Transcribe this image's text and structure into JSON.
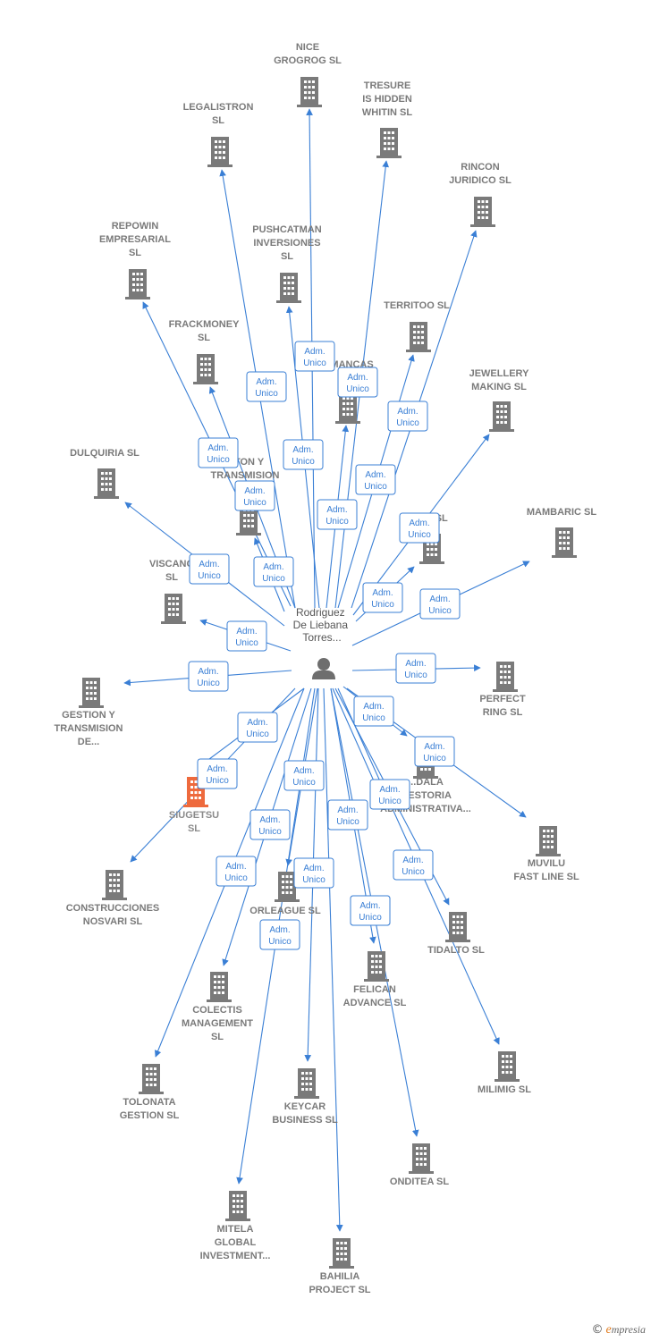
{
  "diagram": {
    "edge_label": [
      "Adm.",
      "Unico"
    ],
    "colors": {
      "edge": "#3a7fd5",
      "building": "#7a7a7a",
      "building_highlight": "#ee6a3d",
      "person": "#6e6e6e"
    },
    "center": {
      "label": [
        "Rodriguez",
        "De Liebana",
        "Torres..."
      ],
      "icon": "person-icon"
    },
    "nodes": [
      {
        "id": "nice",
        "label": [
          "NICE",
          "GROGROG  SL"
        ]
      },
      {
        "id": "tresure",
        "label": [
          "TRESURE",
          "IS HIDDEN",
          "WHITIN  SL"
        ]
      },
      {
        "id": "legalistron",
        "label": [
          "LEGALISTRON",
          "SL"
        ]
      },
      {
        "id": "rincon",
        "label": [
          "RINCON",
          "JURIDICO SL"
        ]
      },
      {
        "id": "repowin",
        "label": [
          "REPOWIN",
          "EMPRESARIAL",
          "SL"
        ]
      },
      {
        "id": "pushcatman",
        "label": [
          "PUSHCATMAN",
          "INVERSIONES",
          "SL"
        ]
      },
      {
        "id": "territoo",
        "label": [
          "TERRITOO  SL"
        ]
      },
      {
        "id": "frackmoney",
        "label": [
          "FRACKMONEY",
          "SL"
        ]
      },
      {
        "id": "mancas",
        "label": [
          "...MANCAS",
          "PL..."
        ]
      },
      {
        "id": "jewellery",
        "label": [
          "JEWELLERY",
          "MAKING  SL"
        ]
      },
      {
        "id": "dulquiria",
        "label": [
          "DULQUIRIA  SL"
        ]
      },
      {
        "id": "gestion_top",
        "label": [
          "...TON Y",
          "TRANSMISION",
          "..."
        ]
      },
      {
        "id": "r_e",
        "label": [
          "R...E  SL"
        ]
      },
      {
        "id": "mambaric",
        "label": [
          "MAMBARIC  SL"
        ]
      },
      {
        "id": "viscano",
        "label": [
          "VISCANO",
          "SL"
        ]
      },
      {
        "id": "gestion",
        "label": [
          "GESTION Y",
          "TRANSMISION",
          "DE..."
        ]
      },
      {
        "id": "perfect",
        "label": [
          "PERFECT",
          "RING  SL"
        ]
      },
      {
        "id": "siugetsu",
        "label": [
          "SIUGETSU",
          "SL"
        ],
        "highlight": true
      },
      {
        "id": "dala",
        "label": [
          "...DALA",
          "...ESTORIA",
          "ADMINISTRATIVA..."
        ]
      },
      {
        "id": "muvilu",
        "label": [
          "MUVILU",
          "FAST LINE  SL"
        ]
      },
      {
        "id": "construcciones",
        "label": [
          "CONSTRUCCIONES",
          "NOSVARI SL"
        ]
      },
      {
        "id": "orleague",
        "label": [
          "ORLEAGUE  SL"
        ]
      },
      {
        "id": "tidalto",
        "label": [
          "TIDALTO  SL"
        ]
      },
      {
        "id": "felican",
        "label": [
          "FELICAN",
          "ADVANCE  SL"
        ]
      },
      {
        "id": "colectis",
        "label": [
          "COLECTIS",
          "MANAGEMENT",
          "SL"
        ]
      },
      {
        "id": "tolonata",
        "label": [
          "TOLONATA",
          "GESTION  SL"
        ]
      },
      {
        "id": "keycar",
        "label": [
          "KEYCAR",
          "BUSINESS  SL"
        ]
      },
      {
        "id": "milimig",
        "label": [
          "MILIMIG  SL"
        ]
      },
      {
        "id": "onditea",
        "label": [
          "ONDITEA  SL"
        ]
      },
      {
        "id": "mitela",
        "label": [
          "MITELA",
          "GLOBAL",
          "INVESTMENT..."
        ]
      },
      {
        "id": "bahilia",
        "label": [
          "BAHILIA",
          "PROJECT  SL"
        ]
      }
    ]
  },
  "brand": {
    "copyright": "©",
    "initial": "e",
    "rest": "mpresia"
  }
}
